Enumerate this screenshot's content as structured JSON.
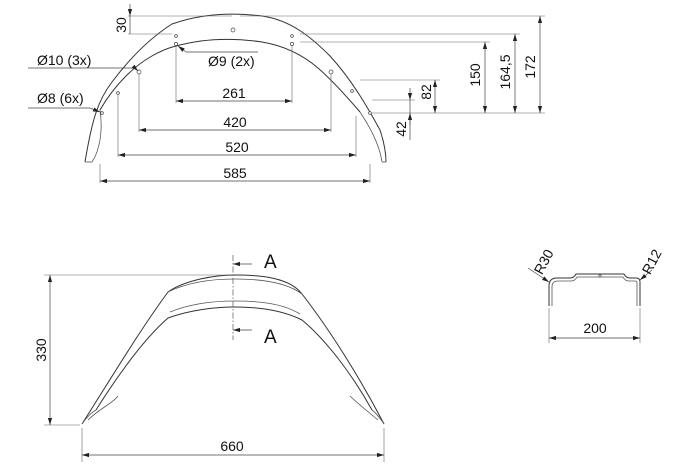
{
  "top_view": {
    "dims": {
      "d585": "585",
      "d520": "520",
      "d420": "420",
      "d261": "261",
      "d30": "30",
      "d42": "42",
      "d82": "82",
      "d150": "150",
      "d164": "164,5",
      "d172": "172"
    },
    "callouts": {
      "hole10": "Ø10 (3x)",
      "hole9": "Ø9 (2x)",
      "hole8": "Ø8 (6x)"
    }
  },
  "side_view": {
    "dims": {
      "d660": "660",
      "d330": "330"
    },
    "section_marks": {
      "top": "A",
      "bottom": "A"
    }
  },
  "section": {
    "dims": {
      "d200": "200",
      "r30": "R30",
      "r12": "R12"
    }
  }
}
